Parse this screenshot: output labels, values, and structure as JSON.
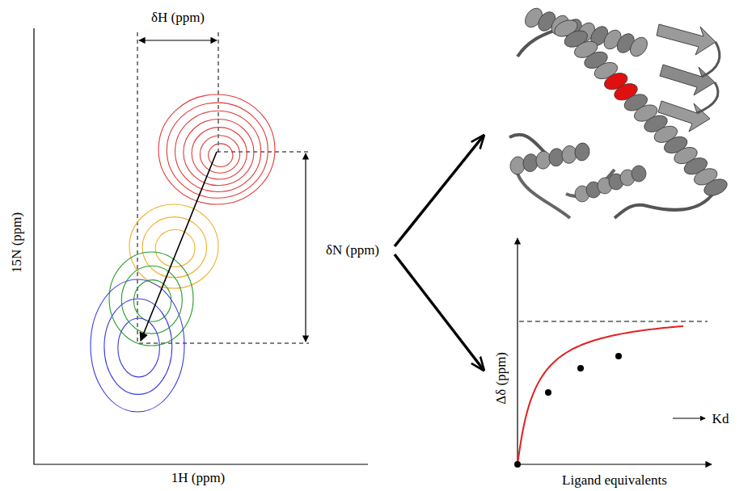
{
  "diagram": {
    "labels": [
      "δH (ppm)",
      "15N (ppm)",
      "δN (ppm)",
      "1H (ppm)",
      "Δδ (ppm)",
      "Ligand equivalents",
      "Kd"
    ]
  }
}
